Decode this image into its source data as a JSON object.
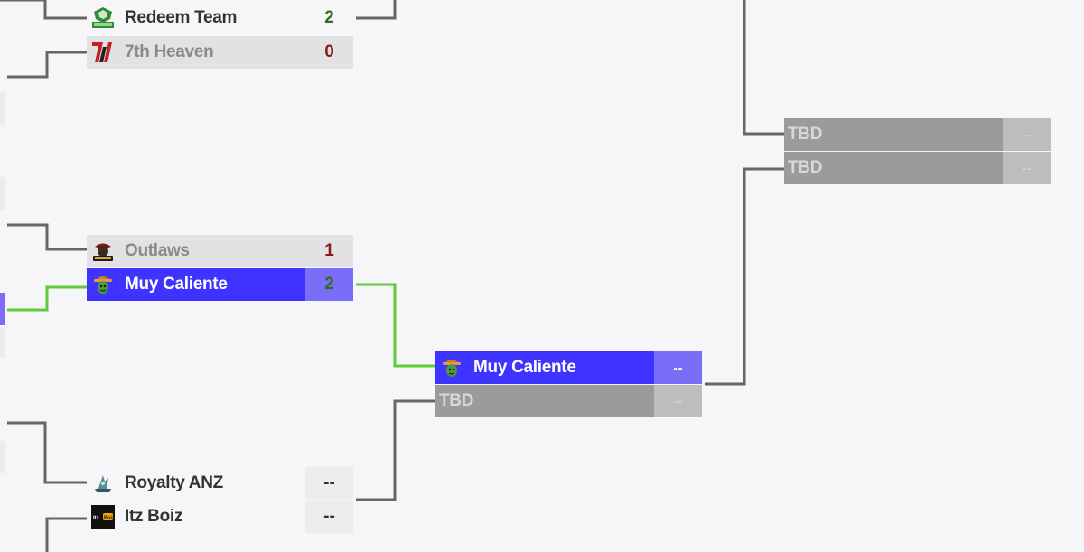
{
  "round1": [
    {
      "team": "Redeem Team",
      "score": "2",
      "logo": "redeem-team-logo",
      "state": "winner"
    },
    {
      "team": "7th Heaven",
      "score": "0",
      "logo": "7th-heaven-logo",
      "state": "loser"
    },
    {
      "team": "Outlaws",
      "score": "1",
      "logo": "outlaws-logo",
      "state": "loser"
    },
    {
      "team": "Muy Caliente",
      "score": "2",
      "logo": "muy-caliente-logo",
      "state": "active-winner"
    },
    {
      "team": "Royalty ANZ",
      "score": "--",
      "logo": "royalty-anz-logo",
      "state": "neutral"
    },
    {
      "team": "Itz Boiz",
      "score": "--",
      "logo": "itz-boiz-logo",
      "state": "neutral",
      "logo_text": "Itz Boiz"
    }
  ],
  "round2": [
    {
      "team": "Muy Caliente",
      "score": "--",
      "logo": "muy-caliente-logo",
      "state": "active"
    },
    {
      "team": "TBD",
      "score": "--",
      "state": "tbd"
    }
  ],
  "round3": [
    {
      "team": "TBD",
      "score": "--",
      "state": "tbd"
    },
    {
      "team": "TBD",
      "score": "--",
      "state": "tbd"
    }
  ],
  "colors": {
    "accent": "#3f33ff",
    "accent_light": "#7a6ef9",
    "win_line": "#5ccc3a",
    "line": "#666666",
    "winner_score": "#2e6f1f",
    "loser_score": "#8b1a1a",
    "tbd_bg": "#9b9b9b"
  }
}
